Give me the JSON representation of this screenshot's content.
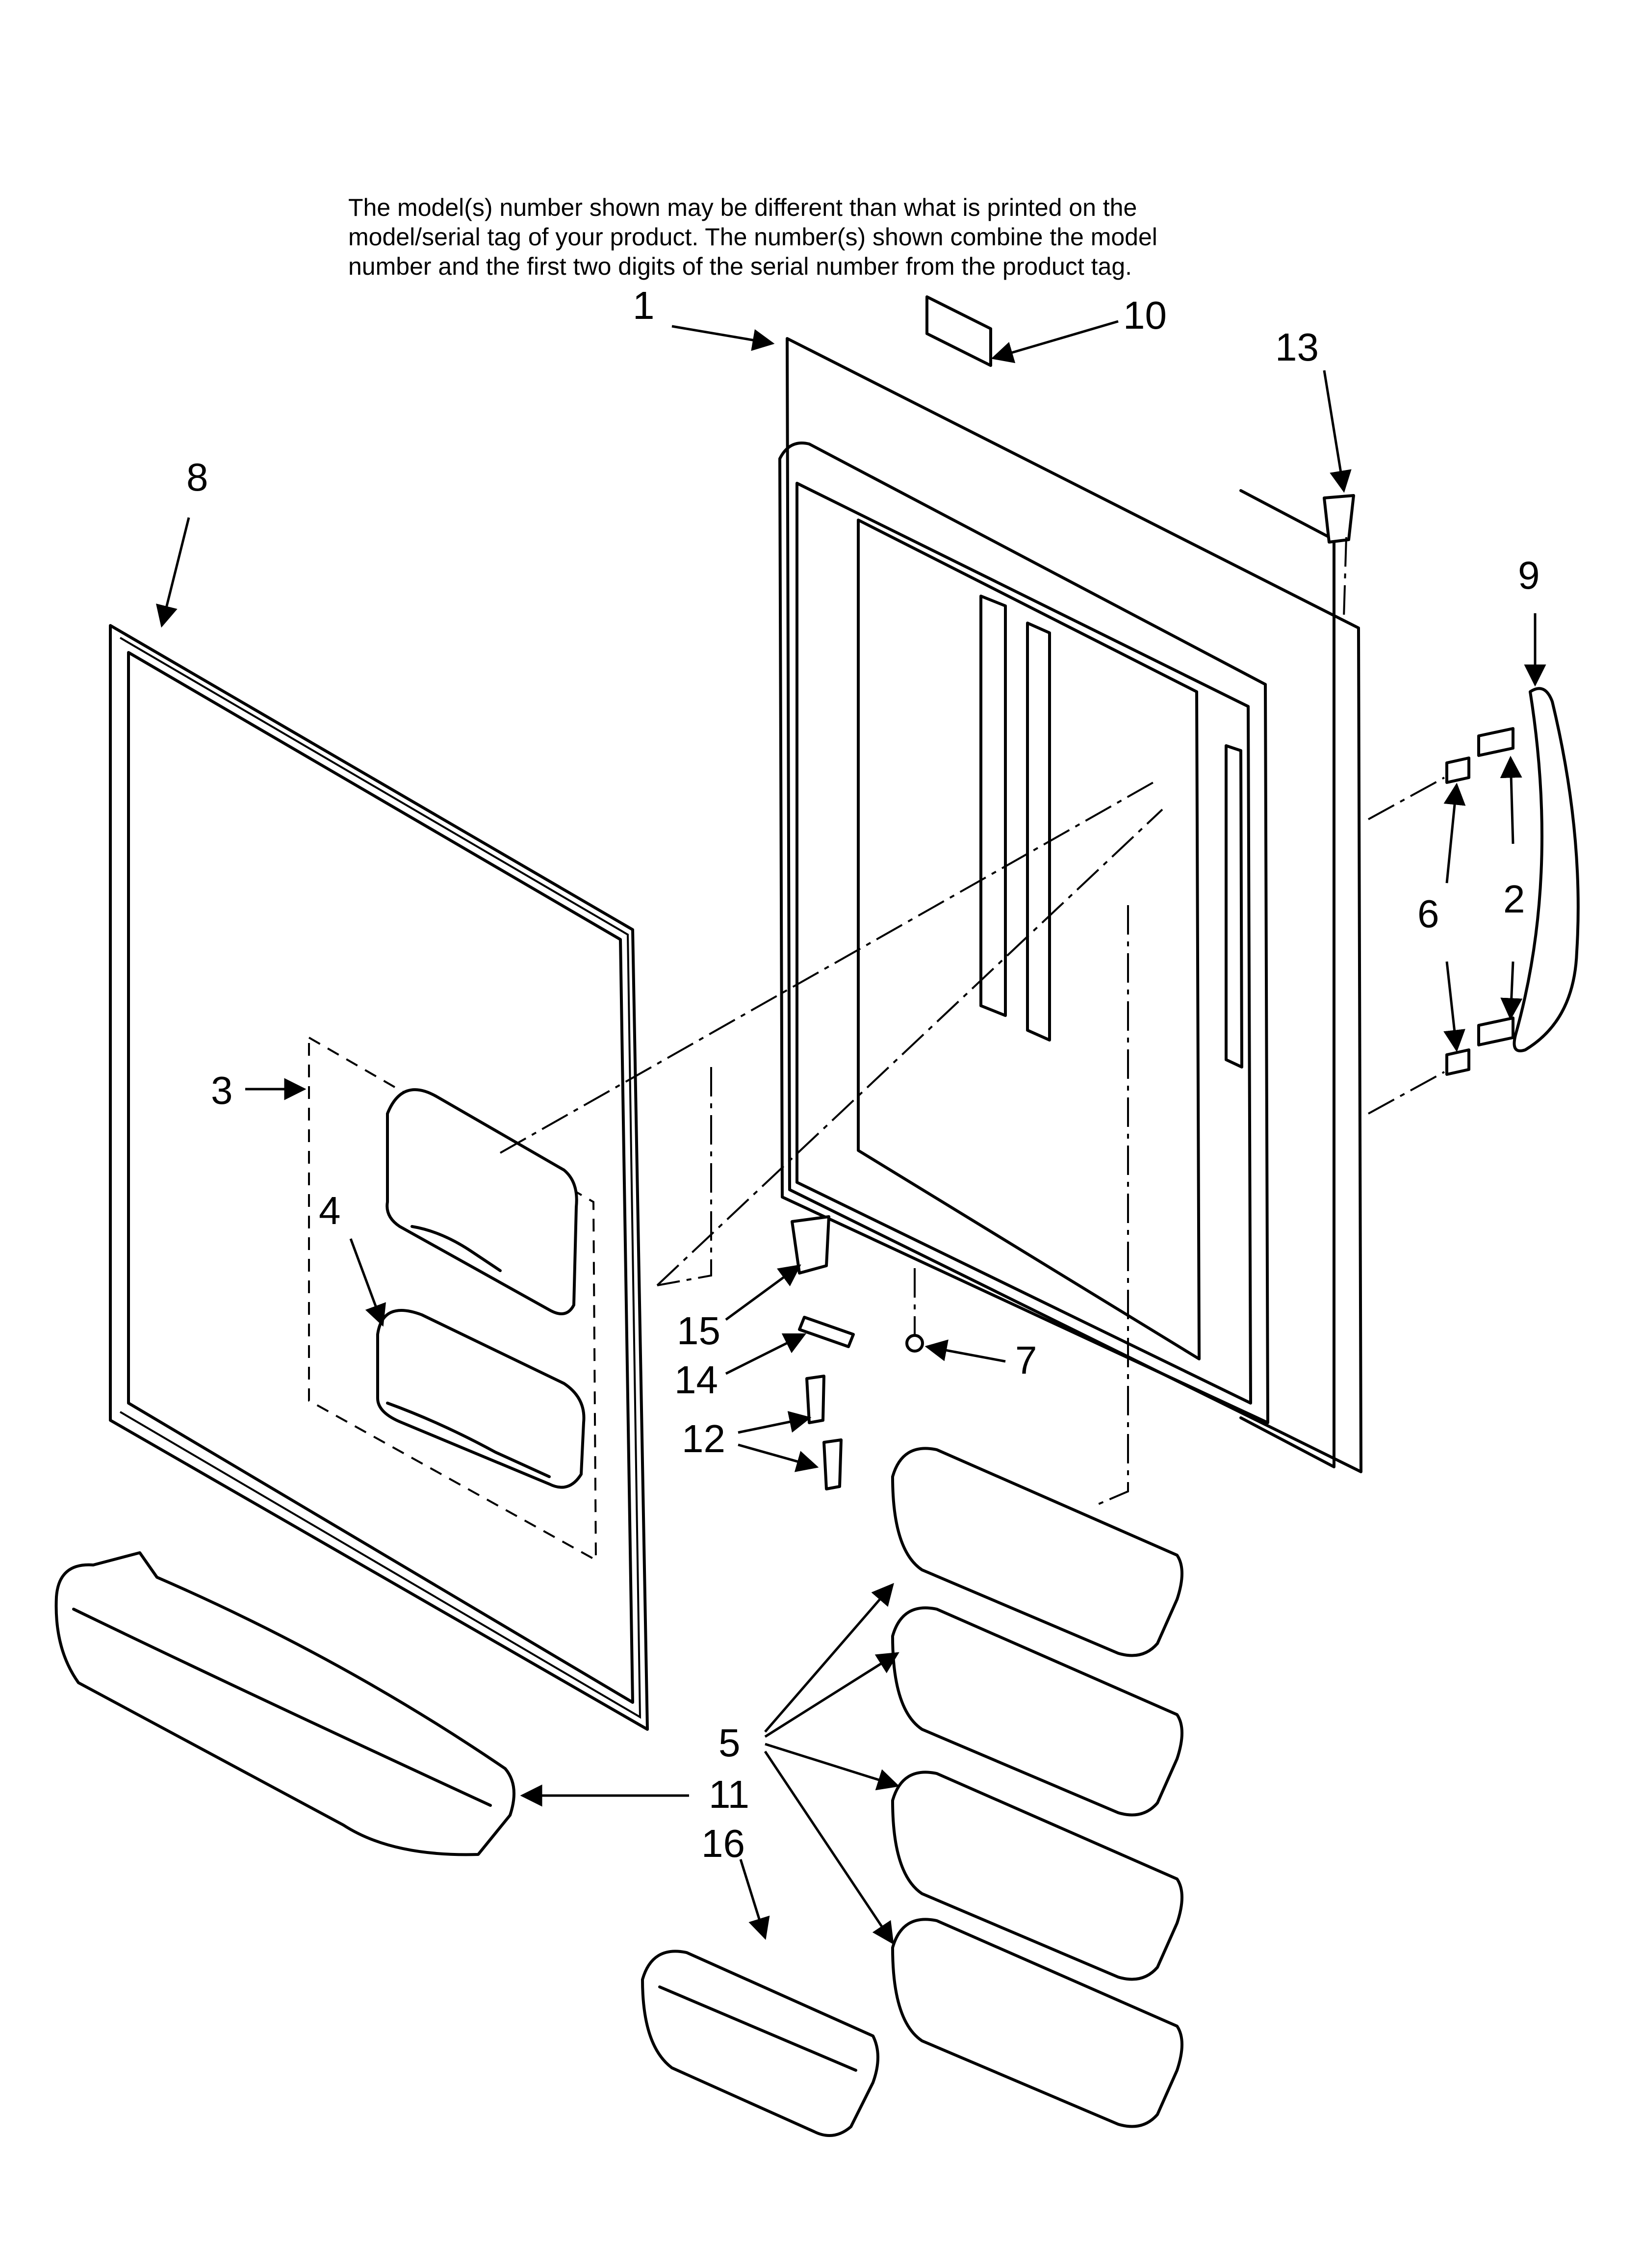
{
  "note": {
    "line1": "The model(s) number shown may be different than what is printed on the",
    "line2": "model/serial tag of your product. The number(s) shown combine the model",
    "line3": "number and the first two digits of the serial number from the product tag."
  },
  "callouts": {
    "c1": "1",
    "c2": "2",
    "c3": "3",
    "c4": "4",
    "c5": "5",
    "c6": "6",
    "c7": "7",
    "c8": "8",
    "c9": "9",
    "c10": "10",
    "c11": "11",
    "c12": "12",
    "c13": "13",
    "c14": "14",
    "c15": "15",
    "c16": "16"
  },
  "colors": {
    "ink": "#000000",
    "paper": "#ffffff"
  }
}
